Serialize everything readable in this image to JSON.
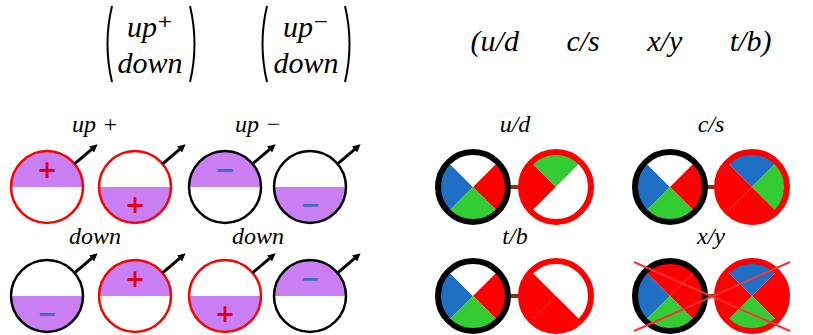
{
  "diagram": {
    "labels": [
      "up⁺",
      "down",
      "up⁻",
      "down",
      "(u/d c/s x/y t/b)",
      "up +",
      "up −",
      "u/d",
      "c/s",
      "+",
      "+",
      "−",
      "−",
      "down",
      "down",
      "t/b",
      "x/y",
      "−",
      "+",
      "+",
      "−"
    ]
  }
}
